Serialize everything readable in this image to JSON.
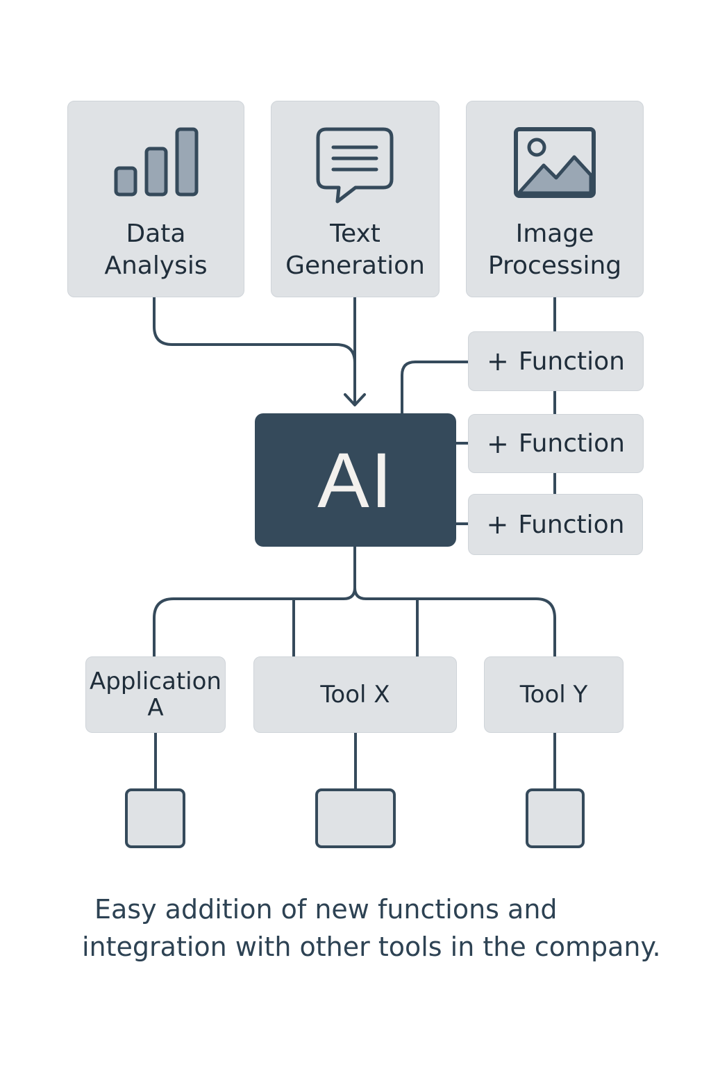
{
  "diagram": {
    "inputs": [
      {
        "label_line1": "Data",
        "label_line2": "Analysis",
        "icon": "bar-chart-icon"
      },
      {
        "label_line1": "Text",
        "label_line2": "Generation",
        "icon": "chat-bubble-icon"
      },
      {
        "label_line1": "Image",
        "label_line2": "Processing",
        "icon": "image-icon"
      }
    ],
    "core": {
      "label": "AI"
    },
    "functions": [
      {
        "plus": "+",
        "label": "Function"
      },
      {
        "plus": "+",
        "label": "Function"
      },
      {
        "plus": "+",
        "label": "Function"
      }
    ],
    "outputs": [
      {
        "label": "Application A"
      },
      {
        "label": "Tool X"
      },
      {
        "label": "Tool Y"
      }
    ],
    "caption": {
      "line1": "Easy addition of new functions and",
      "line2": "integration with other tools in the company."
    },
    "colors": {
      "dark": "#354a5b",
      "box": "#dfe2e5",
      "icon_fill": "#9aa7b4"
    }
  }
}
